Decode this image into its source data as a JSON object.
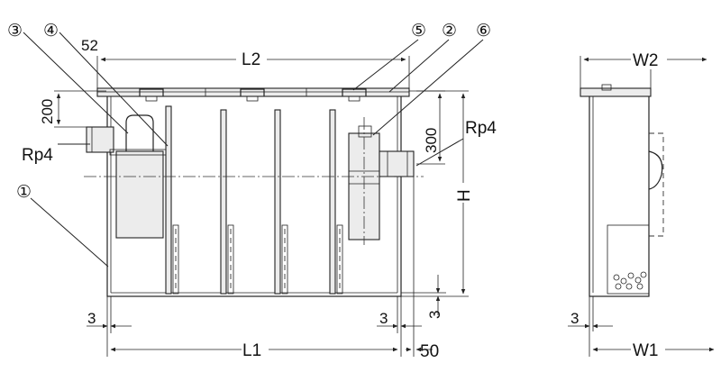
{
  "callouts": {
    "c1": "①",
    "c2": "②",
    "c3": "③",
    "c4": "④",
    "c5": "⑤",
    "c6": "⑥"
  },
  "dimensions": {
    "l2": "L2",
    "d52": "52",
    "d200": "200",
    "d300": "300",
    "rp4_inlet": "Rp4",
    "rp4_outlet": "Rp4",
    "h": "H",
    "d3_left": "3",
    "d3_right": "3",
    "d3_vertical": "3",
    "l1": "L1",
    "d50": "50",
    "w2": "W2",
    "d3_side": "3",
    "w1": "W1"
  }
}
